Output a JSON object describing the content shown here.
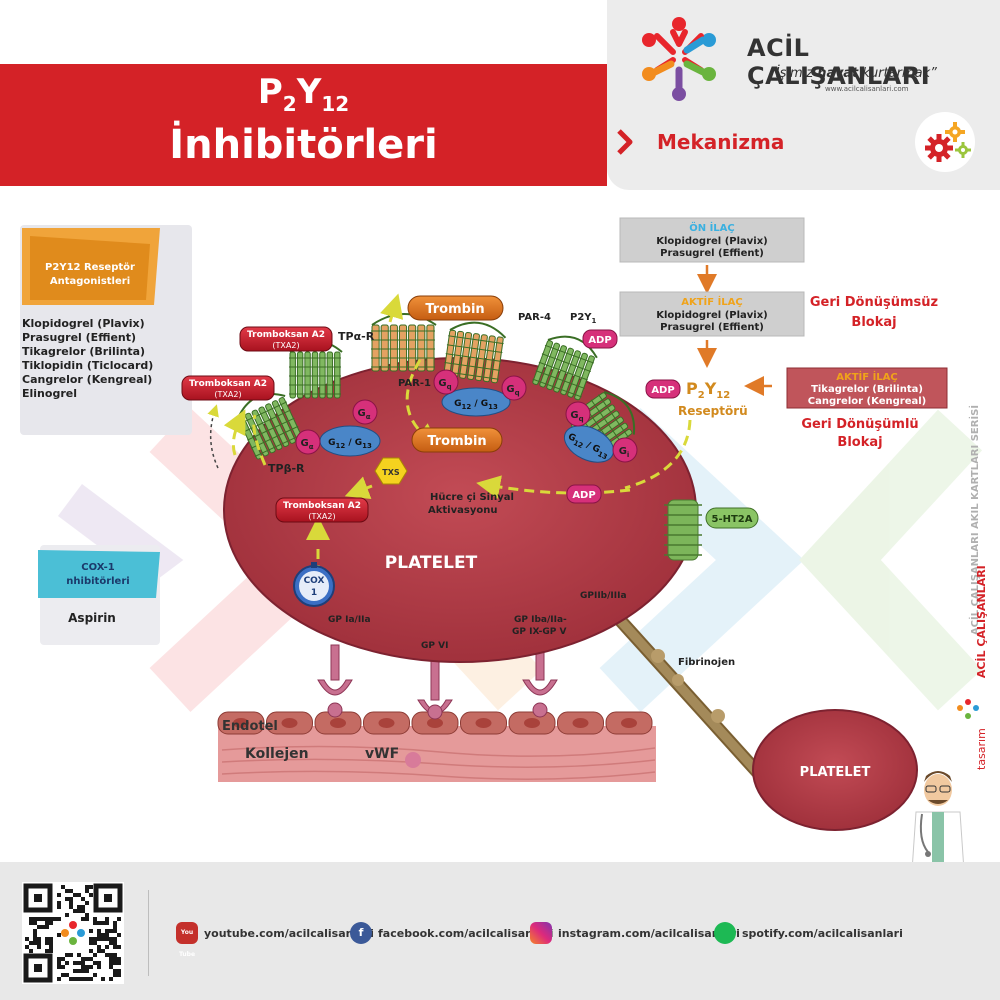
{
  "header": {
    "title_p": "P",
    "title_sub2": "2",
    "title_y": "Y",
    "title_sub12": "12",
    "title_line2": "İnhibitörleri",
    "brand_name": "ACİL ÇALIŞANLARI",
    "slogan_open": "“İşimiz ",
    "slogan_bold": "hayat",
    "slogan_close": " kurtarmak”",
    "website": "www.acilcalisanlari.com",
    "section_label": "Mekanizma"
  },
  "left_panel": {
    "antagonist_title_line1": "P2Y12 Reseptör",
    "antagonist_title_line2": "Antagonistleri",
    "drugs": [
      "Klopidogrel (Plavix)",
      "Prasugrel  (Effient)",
      "Tikagrelor (Brilinta)",
      "Tiklopidin (Ticlocard)",
      "Cangrelor (Kengreal)",
      "Elinogrel"
    ],
    "cox_title_line1": "COX-1",
    "cox_title_line2": "nhibitörleri",
    "cox_drug": "Aspirin"
  },
  "right_panel": {
    "prodrug_title": "ÖN İLAÇ",
    "prodrug_line1": "Klopidogrel (Plavix)",
    "prodrug_line2": "Prasugrel  (Effient)",
    "active_title": "AKTİF İLAÇ",
    "active_line1": "Klopidogrel (Plavix)",
    "active_line2": "Prasugrel  (Effient)",
    "irreversible_line1": "Geri Dönüşümsüz",
    "irreversible_line2": "Blokaj",
    "active2_title": "AKTİF İLAÇ",
    "active2_line1": "Tikagrelor (Brilinta)",
    "active2_line2": "Cangrelor (Kengreal)",
    "reversible_line1": "Geri Dönüşümlü",
    "reversible_line2": "Blokaj"
  },
  "diagram": {
    "trombin_top": "Trombin",
    "trombin_inner": "Trombin",
    "par4": "PAR-4",
    "par1": "PAR-1",
    "p2y1": "P2Y",
    "p2y1_sub": "1",
    "adp": "ADP",
    "receptor_p": "P",
    "receptor_sub2": "2",
    "receptor_y": "Y",
    "receptor_sub12": "12",
    "receptor_word": "Reseptörü",
    "txa2_name": "Tromboksan A2",
    "txa2_abbr": "(TXA2)",
    "tpa_r": "TPα-R",
    "tpb_r": "TPβ-R",
    "txs": "TXS",
    "cox1_line1": "COX",
    "cox1_line2": "1",
    "signal_line1": "Hücre   çi Sinyal",
    "signal_line2": "Aktivasyonu",
    "platelet": "PLATELET",
    "platelet2": "PLATELET",
    "ht2a": "5-HT2A",
    "gp1": "GP Ia/IIa",
    "gp2": "GP VI",
    "gp3_line1": "GP Iba/IIa-",
    "gp3_line2": "GP IX-GP V",
    "gp4": "GPIIb/IIIa",
    "fibrinojen": "Fibrinojen",
    "endotel": "Endotel",
    "kollejen": "Kollejen",
    "vwf": "vWF",
    "gq": "G",
    "gq_sub": "q",
    "ga": "G",
    "ga_sub": "α",
    "gi": "G",
    "gi_sub": "i",
    "g12": "G",
    "g12_sub": "12",
    "g13": "G",
    "g13_sub": "13",
    "slash": " / "
  },
  "side_text": {
    "series": "ACİL ÇALIŞANLARI AKIL KARTLARI SERİSİ",
    "design_prefix": "tasarım",
    "design_brand": "ACİL ÇALIŞANLARI"
  },
  "footer": {
    "youtube": "youtube.com/acilcalisanlari",
    "facebook": "facebook.com/acilcalisanlari",
    "instagram": "instagram.com/acilcalisanlari",
    "spotify": "spotify.com/acilcalisanlari",
    "youtube_icon_text": "You Tube"
  },
  "colors": {
    "red": "#d42227",
    "platelet": "#b03a45",
    "receptor_green": "#6aa84f",
    "orange": "#e07a28",
    "blue": "#4a86c8",
    "magenta": "#d6307a",
    "yellow_arrow": "#d9d93a"
  }
}
